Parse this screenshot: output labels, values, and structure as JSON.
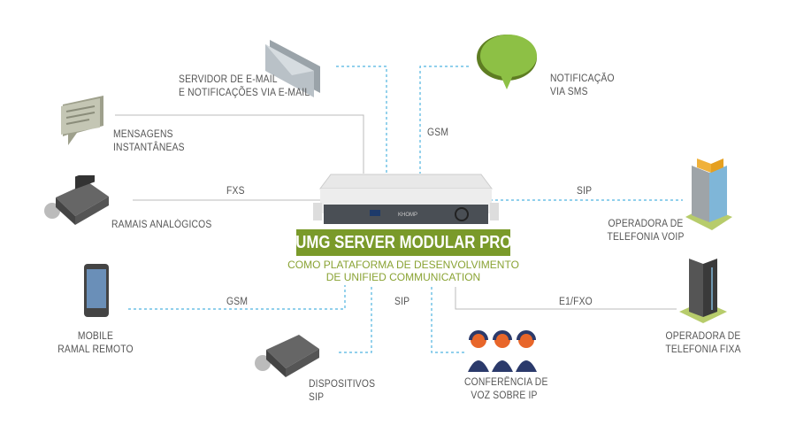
{
  "product": {
    "title": "UMG SERVER MODULAR PRO",
    "subtitle_line1": "COMO PLATAFORMA DE DESENVOLVIMENTO",
    "subtitle_line2": "DE UNIFIED COMMUNICATION",
    "device_brand": "KHOMP"
  },
  "nodes": {
    "email": {
      "line1": "SERVIDOR DE E-MAIL",
      "line2": "E NOTIFICAÇÕES VIA E-MAIL",
      "icon": "envelope-icon"
    },
    "sms": {
      "line1": "NOTIFICAÇÃO",
      "line2": "VIA SMS",
      "icon": "speech-bubble-icon"
    },
    "im": {
      "line1": "MENSAGENS",
      "line2": "INSTANTÂNEAS",
      "icon": "chat-icon"
    },
    "analog": {
      "line1": "RAMAIS ANALÓGICOS",
      "icon": "desk-phone-icon"
    },
    "voip": {
      "line1": "OPERADORA DE",
      "line2": "TELEFONIA VOIP",
      "icon": "building-icon"
    },
    "mobile": {
      "line1": "MOBILE",
      "line2": "RAMAL REMOTO",
      "icon": "smartphone-icon"
    },
    "sipdev": {
      "line1": "DISPOSITIVOS",
      "line2": "SIP",
      "icon": "desk-phone-icon"
    },
    "conf": {
      "line1": "CONFERÊNCIA DE",
      "line2": "VOZ SOBRE IP",
      "icon": "headset-users-icon"
    },
    "fixa": {
      "line1": "OPERADORA DE",
      "line2": "TELEFONIA FIXA",
      "icon": "tower-building-icon"
    }
  },
  "links": {
    "gsm_top": "GSM",
    "fxs": "FXS",
    "sip_right": "SIP",
    "gsm_bottom": "GSM",
    "sip_bottom": "SIP",
    "e1fxo": "E1/FXO"
  },
  "colors": {
    "accent": "#7a9a2a",
    "dotted": "#4fb3e0",
    "solid": "#bbbbbb"
  }
}
